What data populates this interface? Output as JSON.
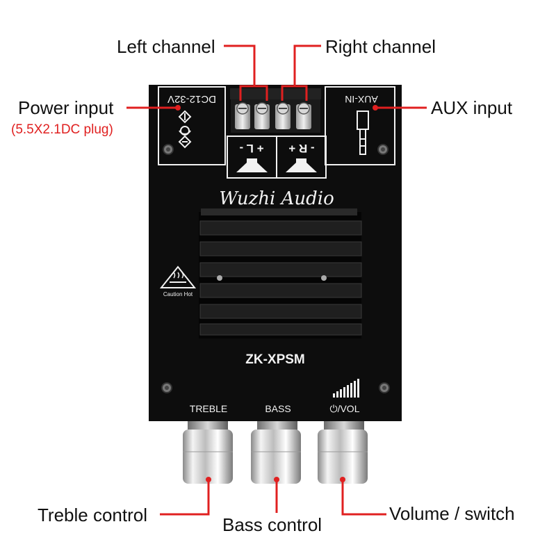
{
  "callouts": {
    "left_channel": "Left channel",
    "right_channel": "Right channel",
    "power_input": "Power input",
    "power_input_note": "(5.5X2.1DC plug)",
    "aux_input": "AUX input",
    "treble_control": "Treble control",
    "bass_control": "Bass control",
    "volume_switch": "Volume / switch"
  },
  "board": {
    "power_label": "DC12-32V",
    "aux_label": "AUX-IN",
    "left_speaker_label": "+ L -",
    "right_speaker_label": "- R +",
    "brand": "Wuzhi Audio",
    "caution_label": "Caution Hot",
    "model": "ZK-XPSM",
    "knob_labels": [
      "TREBLE",
      "BASS",
      "⏻/VOL"
    ]
  },
  "colors": {
    "leader_line": "#e02020",
    "board": "#0d0d0d",
    "silkscreen": "#f2f2f2",
    "heatsink": "#1c1c1c",
    "knob_metal": "#c9c9c9"
  }
}
